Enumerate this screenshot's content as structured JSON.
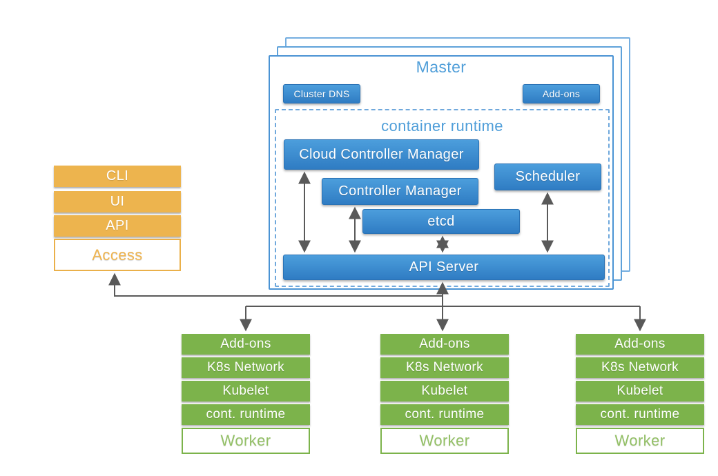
{
  "master": {
    "title": "Master",
    "cluster_dns_label": "Cluster DNS",
    "addons_label": "Add-ons",
    "container_runtime_label": "container runtime",
    "components": {
      "cloud_controller_manager": "Cloud Controller Manager",
      "controller_manager": "Controller Manager",
      "scheduler": "Scheduler",
      "etcd": "etcd",
      "api_server": "API Server"
    }
  },
  "access": {
    "layers": [
      "CLI",
      "UI",
      "API"
    ],
    "label": "Access"
  },
  "workers": [
    {
      "rows": [
        "Add-ons",
        "K8s Network",
        "Kubelet",
        "cont. runtime"
      ],
      "label": "Worker"
    },
    {
      "rows": [
        "Add-ons",
        "K8s Network",
        "Kubelet",
        "cont. runtime"
      ],
      "label": "Worker"
    },
    {
      "rows": [
        "Add-ons",
        "K8s Network",
        "Kubelet",
        "cont. runtime"
      ],
      "label": "Worker"
    }
  ],
  "colors": {
    "blue_gradient_top": "#4C9EDC",
    "blue_gradient_bottom": "#2F7CC3",
    "panel_border_front": "#4A93D4",
    "panel_border_back": "#74AEE0",
    "dashed_border": "#6FA8DC",
    "heading_text": "#4F9ED9",
    "orange": "#EDB44E",
    "orange_text": "#F0B54F",
    "green": "#7CB34B",
    "green_text": "#93C066",
    "connector_gray": "#595959"
  }
}
